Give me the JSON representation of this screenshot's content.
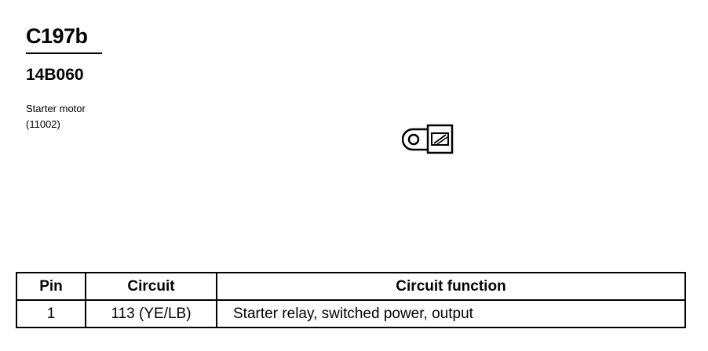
{
  "header": {
    "connector_id": "C197b",
    "part_number": "14B060",
    "description": "Starter motor",
    "code": "(11002)"
  },
  "diagram": {
    "icon": "ring-terminal-connector-icon",
    "stroke_color": "#000000"
  },
  "pin_table": {
    "columns": [
      "Pin",
      "Circuit",
      "Circuit function"
    ],
    "rows": [
      [
        "1",
        "113 (YE/LB)",
        "Starter relay, switched power, output"
      ]
    ]
  }
}
